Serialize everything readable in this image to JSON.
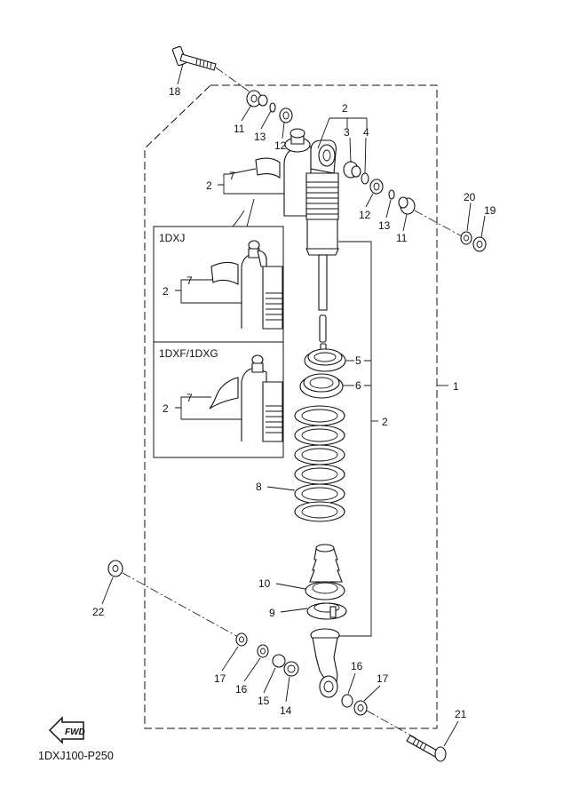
{
  "diagram": {
    "drawing_code": "1DXJ100-P250",
    "fwd_label": "FWD",
    "insets": [
      {
        "title": "1DXJ"
      },
      {
        "title": "1DXF/1DXG"
      }
    ],
    "labels": {
      "l18": "18",
      "l11a": "11",
      "l13a": "13",
      "l12a": "12",
      "l2top": "2",
      "l3": "3",
      "l4": "4",
      "l7main": "7",
      "l2main": "2",
      "l12b": "12",
      "l13b": "13",
      "l11b": "11",
      "l20": "20",
      "l19": "19",
      "l7i1": "7",
      "l2i1": "2",
      "l7i2": "7",
      "l2i2": "2",
      "l5": "5",
      "l6": "6",
      "l1": "1",
      "l2mid": "2",
      "l8": "8",
      "l10": "10",
      "l9": "9",
      "l22": "22",
      "l17a": "17",
      "l16a": "16",
      "l15": "15",
      "l14": "14",
      "l16b": "16",
      "l17b": "17",
      "l21": "21"
    }
  }
}
